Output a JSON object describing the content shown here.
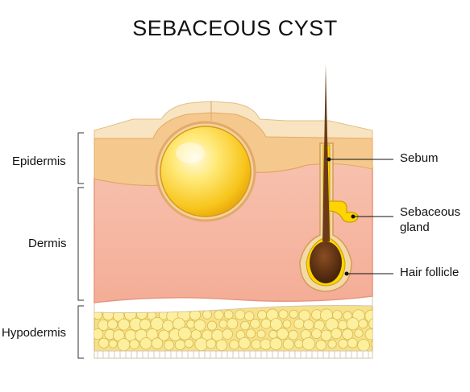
{
  "title": "SEBACEOUS CYST",
  "layers": {
    "epidermis": "Epidermis",
    "dermis": "Dermis",
    "hypodermis": "Hypodermis"
  },
  "callouts": {
    "sebum": "Sebum",
    "sebaceous_gland_line1": "Sebaceous",
    "sebaceous_gland_line2": "gland",
    "hair_follicle": "Hair follicle"
  },
  "colors": {
    "epidermis_top": "#f8e4c0",
    "epidermis_band": "#f5c98d",
    "dermis": "#f6b9a6",
    "dermis_edge": "#ee9f8a",
    "hypodermis": "#f7e089",
    "fat_cell": "#fcef9e",
    "cyst": "#ffd23a",
    "sebum": "#ffd400",
    "follicle": "#5a2f0f",
    "hair": "#6d3a17"
  }
}
